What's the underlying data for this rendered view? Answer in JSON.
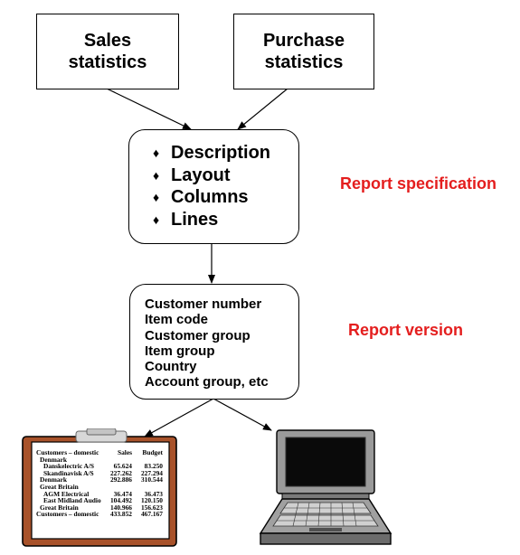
{
  "sources": [
    {
      "line1": "Sales",
      "line2": "statistics"
    },
    {
      "line1": "Purchase",
      "line2": "statistics"
    }
  ],
  "specification": {
    "items": [
      "Description",
      "Layout",
      "Columns",
      "Lines"
    ],
    "bullet_glyph": "♦",
    "label": "Report specification"
  },
  "version": {
    "items": [
      "Customer number",
      "Item code",
      "Customer group",
      "Item group",
      "Country",
      "Account group, etc"
    ],
    "label": "Report version"
  },
  "colors": {
    "label_red": "#e41e1e",
    "clipboard_brown": "#a8522a",
    "laptop_gray": "#8c8c8c"
  },
  "icons": [
    "clipboard-report-icon",
    "laptop-computer-icon"
  ],
  "clipboard_report": {
    "header": [
      "Customers – domestic",
      "Sales",
      "Budget"
    ],
    "rows": [
      {
        "label": "Denmark",
        "sales": "",
        "budget": "",
        "indent": 2
      },
      {
        "label": "Danskelectric A/S",
        "sales": "65.624",
        "budget": "83.250",
        "indent": 1
      },
      {
        "label": "Skandinavisk A/S",
        "sales": "227.262",
        "budget": "227.294",
        "indent": 1
      },
      {
        "label": "Denmark",
        "sales": "292.886",
        "budget": "310.544",
        "indent": 2
      },
      {
        "label": "Great Britain",
        "sales": "",
        "budget": "",
        "indent": 2
      },
      {
        "label": "AGM Electrical",
        "sales": "36.474",
        "budget": "36.473",
        "indent": 1
      },
      {
        "label": "East Midland Audio",
        "sales": "104.492",
        "budget": "120.150",
        "indent": 1
      },
      {
        "label": "Great Britain",
        "sales": "140.966",
        "budget": "156.623",
        "indent": 2
      },
      {
        "label": "Customers – domestic",
        "sales": "433.852",
        "budget": "467.167",
        "indent": 0
      }
    ]
  }
}
